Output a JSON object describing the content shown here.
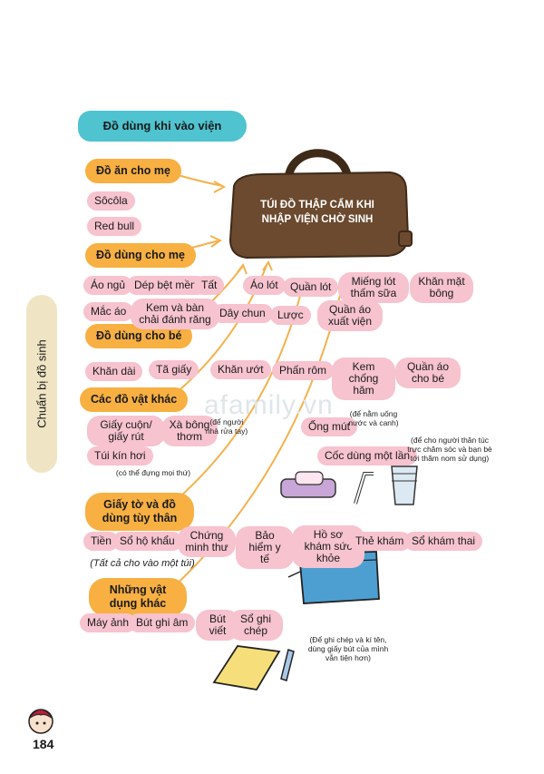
{
  "header": {
    "title": "Đồ dùng khi vào viện"
  },
  "side_label": "Chuẩn bị đồ sinh",
  "bag_label": "TÚI ĐỒ THẬP CẨM KHI NHẬP VIỆN CHỜ SINH",
  "watermark": "afamily.vn",
  "page_number": "184",
  "categories": {
    "food": "Đồ ăn cho mẹ",
    "mom": "Đồ dùng cho mẹ",
    "baby": "Đồ dùng cho bé",
    "other": "Các đồ vật khác",
    "papers": "Giấy tờ và đồ dùng tùy thân",
    "misc": "Những vật dụng khác"
  },
  "items": {
    "socola": "Sôcôla",
    "redbull": "Red bull",
    "ao_ngu": "Áo ngủ",
    "dep": "Dép bệt mềm",
    "tat": "Tất",
    "ao_lot": "Áo lót",
    "quan_lot": "Quần lót",
    "mieng_lot": "Miếng lót thấm sữa",
    "khan_mat": "Khăn mặt bông",
    "mac_ao": "Mắc áo",
    "kem_chai": "Kem và bàn chải đánh răng",
    "day_chun": "Dây chun",
    "luoc": "Lược",
    "quan_ao_xuat_vien": "Quần áo xuất viện",
    "khan_dai": "Khăn dài",
    "ta_giay": "Tã giấy",
    "khan_uot": "Khăn ướt",
    "phan_rom": "Phấn rôm",
    "kem_chong_ham": "Kem chống hăm",
    "quan_ao_be": "Quần áo cho bé",
    "giay_cuon": "Giấy cuộn/ giấy rút",
    "xa_bong": "Xà bông thơm",
    "ong_mut": "Ống mút",
    "coc": "Cốc dùng một lần",
    "tui_kin_hoi": "Túi kín hơi",
    "tien": "Tiền",
    "so_ho_khau": "Sổ hộ khẩu",
    "cmt": "Chứng minh thư",
    "bhyt": "Bảo hiểm y tế",
    "ho_so": "Hồ sơ khám sức khỏe",
    "the_kham": "Thẻ khám",
    "so_kham_thai": "Sổ khám thai",
    "may_anh": "Máy ảnh",
    "but_ghi_am": "Bút ghi âm",
    "but_viet": "Bút viết",
    "so_ghi_chep": "Sổ ghi chép"
  },
  "notes": {
    "xa_bong": "(để người nhà rửa tay)",
    "ong_mut": "(để nằm uống nước và canh)",
    "coc": "(để cho người thân túc trực chăm sóc và bạn bè tới thăm nom sử dụng)",
    "tui_kin_hoi": "(có thể đựng mọi thứ)",
    "papers": "(Tất cả cho vào một túi)",
    "misc": "(Để ghi chép và kí tên, dùng giấy bút của mình vẫn tiện hơn)"
  },
  "colors": {
    "tag": "#f6c3cf",
    "category": "#f7b041",
    "title": "#4fc3cf",
    "bag": "#6b4a2f",
    "arrow": "#f5b14e"
  }
}
